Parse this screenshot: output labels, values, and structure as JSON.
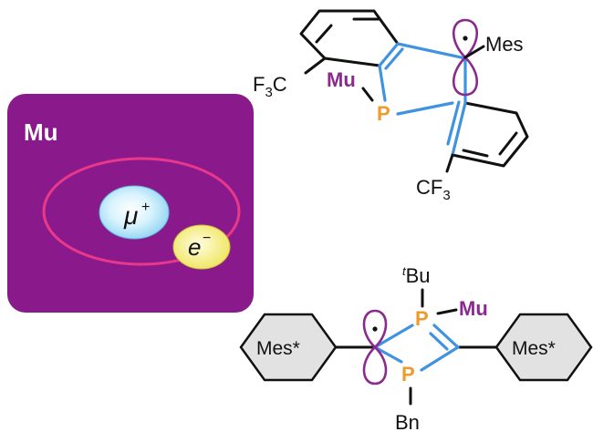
{
  "colors": {
    "panel": "#8a1a8c",
    "orbit": "#e8388a",
    "muon_fill": "#bfe9fb",
    "electron_fill": "#f5ef7a",
    "bond_blue": "#3f93e0",
    "phosphorus": "#ee9a2c",
    "mu_label": "#8b2a8e",
    "hexagon_fill": "#e2e2e2",
    "orbital": "#8b2a8e"
  },
  "panel": {
    "title": "Mu",
    "muon": "μ",
    "muon_charge": "+",
    "electron": "e",
    "electron_charge": "−"
  },
  "molecule_top": {
    "cf3_left": "F",
    "cf3_left_sub": "3",
    "cf3_left_tail": "C",
    "mu": "Mu",
    "p": "P",
    "mes": "Mes",
    "cf3_bottom": "CF",
    "cf3_bottom_sub": "3"
  },
  "molecule_bottom": {
    "tbu_sup": "t",
    "tbu": "Bu",
    "p_top": "P",
    "mu": "Mu",
    "p_bottom": "P",
    "bn": "Bn",
    "mes_left": "Mes*",
    "mes_right": "Mes*"
  },
  "icons": [
    "muon-sphere-icon",
    "electron-sphere-icon",
    "p-orbital-icon"
  ]
}
